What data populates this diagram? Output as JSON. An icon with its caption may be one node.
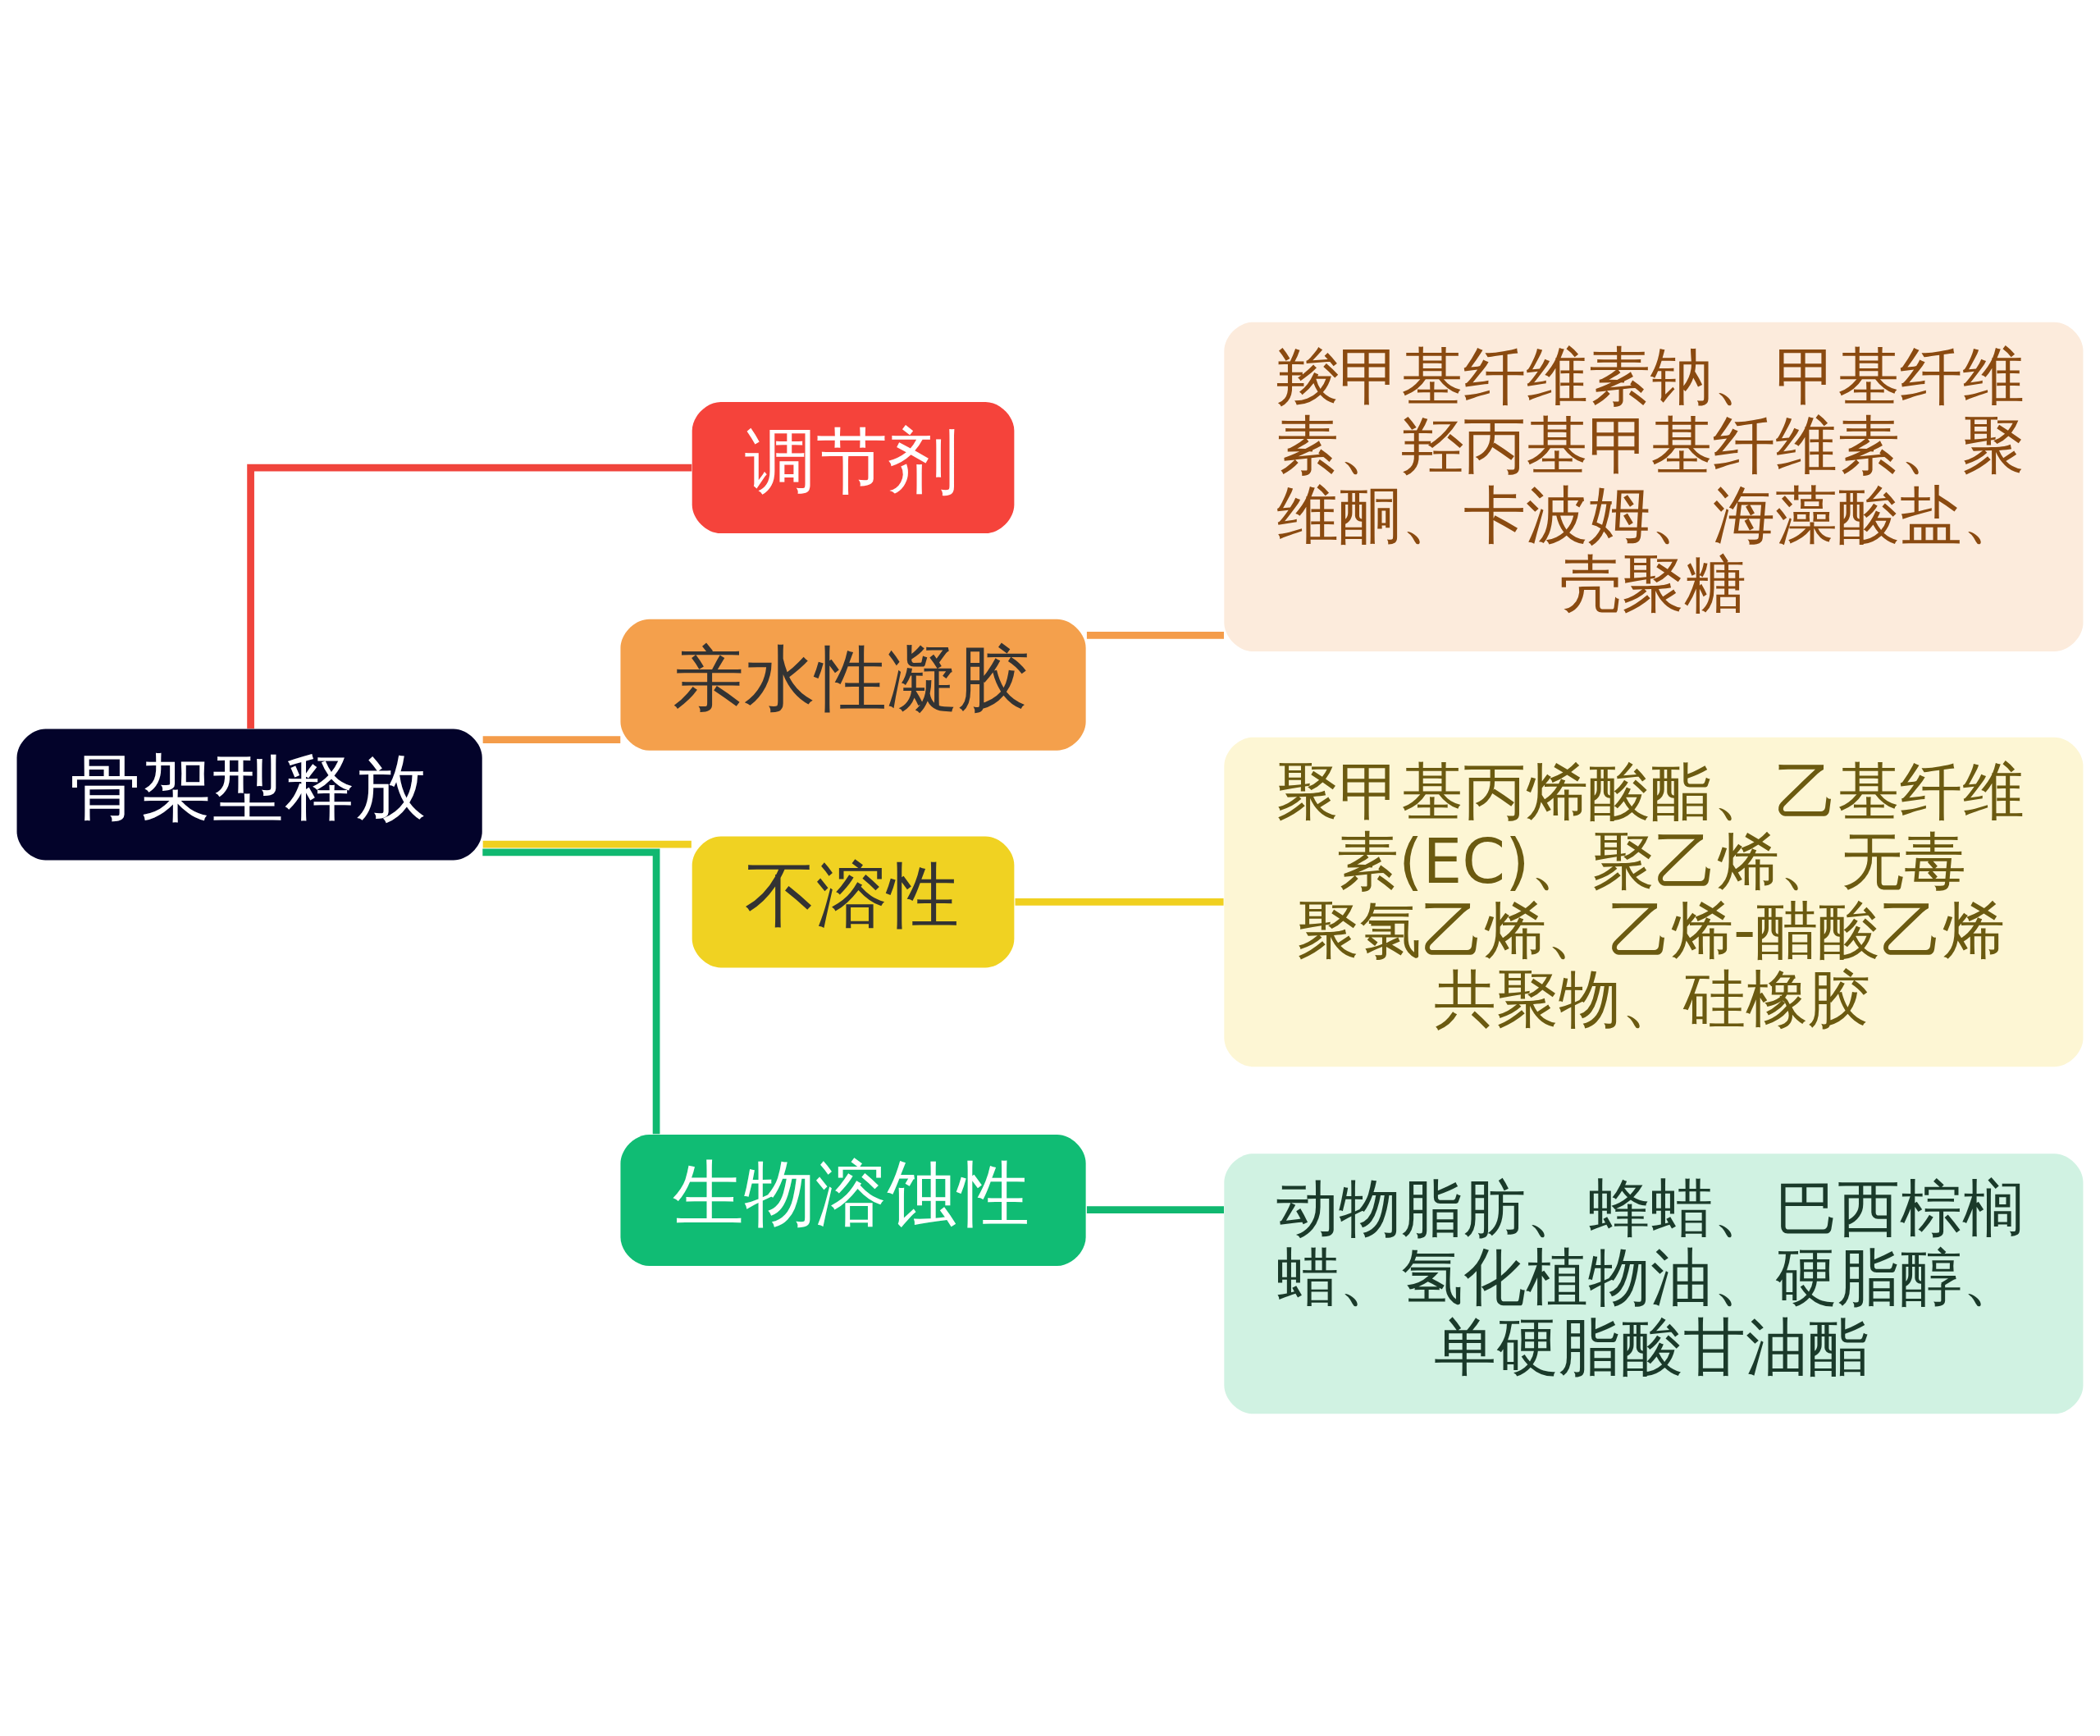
{
  "diagram": {
    "nodes": [
      {
        "text": [
          "骨架型释放"
        ]
      },
      {
        "text": [
          "调节剂"
        ]
      },
      {
        "text": [
          "亲水性凝胶"
        ]
      },
      {
        "text": [
          "羧甲基纤维素钠、甲基纤维素、羟丙基甲基纤维素、聚维酮、卡波姆、海藻酸盐、壳聚糖"
        ]
      },
      {
        "text": [
          "不溶性"
        ]
      },
      {
        "text": [
          "聚甲基丙烯酸酯、乙基纤维素(EC)、聚乙烯、无毒聚氯乙烯、乙烯-醋酸乙烯共聚物、硅橡胶"
        ]
      },
      {
        "text": [
          "生物溶蚀性"
        ]
      },
      {
        "text": [
          "动物脂肪、蜂蜡、巴西棕榈蜡、氢化植物油、硬脂醇、单硬脂酸甘油酯"
        ]
      }
    ],
    "edges": [
      {
        "from": 0,
        "to": 1,
        "arrow": "none",
        "color": "#f0443c"
      },
      {
        "from": 0,
        "to": 2,
        "arrow": "none",
        "color": "#f49c4a"
      },
      {
        "from": 0,
        "to": 4,
        "arrow": "none",
        "color": "#f0d020"
      },
      {
        "from": 0,
        "to": 6,
        "arrow": "none",
        "color": "#10b870"
      },
      {
        "from": 2,
        "to": 3,
        "arrow": "none",
        "color": "#f49c4a"
      },
      {
        "from": 4,
        "to": 5,
        "arrow": "none",
        "color": "#f0d020"
      },
      {
        "from": 6,
        "to": 7,
        "arrow": "none",
        "color": "#10b870"
      }
    ]
  }
}
